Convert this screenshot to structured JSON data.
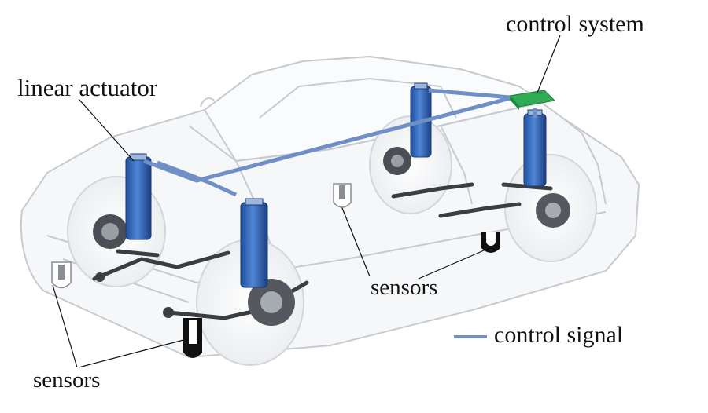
{
  "labels": {
    "control_system": "control system",
    "linear_actuator": "linear actuator",
    "sensors_right": "sensors",
    "sensors_left": "sensors",
    "control_signal": "control signal"
  },
  "colors": {
    "control_signal_line": "#6f8fc6",
    "actuator_blue": "#2f63b4",
    "control_unit_green": "#2faa55",
    "car_outline": "#c9ccd0",
    "sensor": "#111111"
  }
}
